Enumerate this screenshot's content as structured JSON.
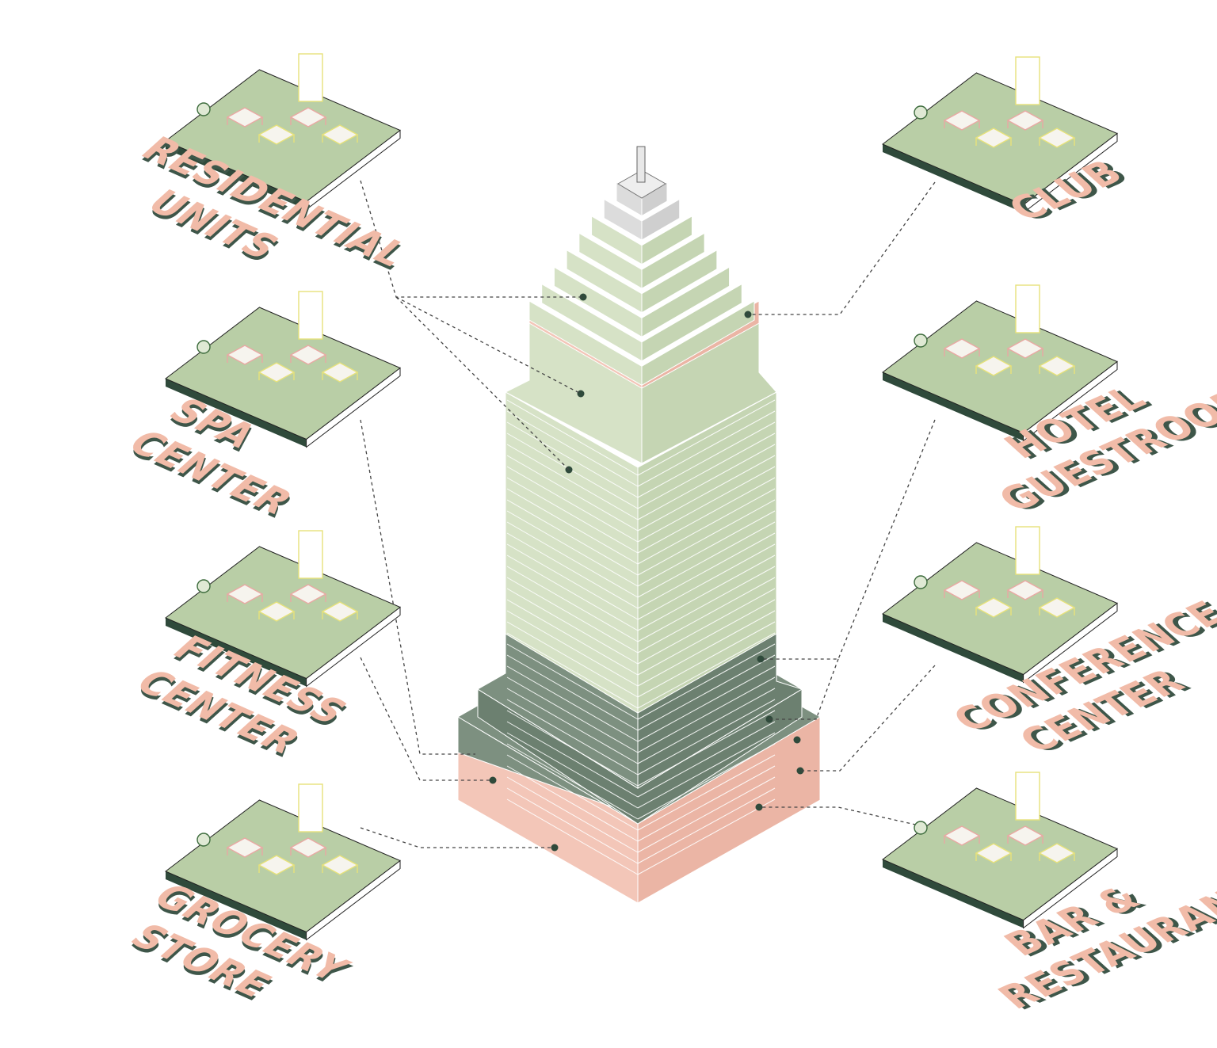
{
  "diagram": {
    "colors": {
      "floor": "#b9cea6",
      "floor_edge": "#2f4a3b",
      "tower_light": "#d6e2c6",
      "tower_light_side": "#c5d5b3",
      "tower_mid": "#c9d8b7",
      "tower_dark": "#7d9080",
      "tower_dark_side": "#6c8070",
      "tower_pink": "#f3c6b8",
      "tower_pink_side": "#ebb5a5",
      "label_fill": "#f1bba8",
      "label_shadow": "#3e5649",
      "furniture_pink": "#e9a8a3",
      "furniture_yellow": "#e7e27a",
      "line": "#444444",
      "dot": "#2f4a3b"
    },
    "programs": [
      {
        "id": "residential",
        "lines": [
          "RESIDENTIAL",
          "UNITS"
        ],
        "side": "left"
      },
      {
        "id": "spa",
        "lines": [
          "SPA",
          "CENTER"
        ],
        "side": "left"
      },
      {
        "id": "fitness",
        "lines": [
          "FITNESS",
          "CENTER"
        ],
        "side": "left"
      },
      {
        "id": "grocery",
        "lines": [
          "GROCERY",
          "STORE"
        ],
        "side": "left"
      },
      {
        "id": "club",
        "lines": [
          "CLUB"
        ],
        "side": "right"
      },
      {
        "id": "hotel",
        "lines": [
          "HOTEL",
          "GUESTROOM"
        ],
        "side": "right"
      },
      {
        "id": "conference",
        "lines": [
          "CONFERENCE",
          "CENTER"
        ],
        "side": "right"
      },
      {
        "id": "bar",
        "lines": [
          "BAR &",
          "RESTAURANT"
        ],
        "side": "right"
      }
    ]
  }
}
